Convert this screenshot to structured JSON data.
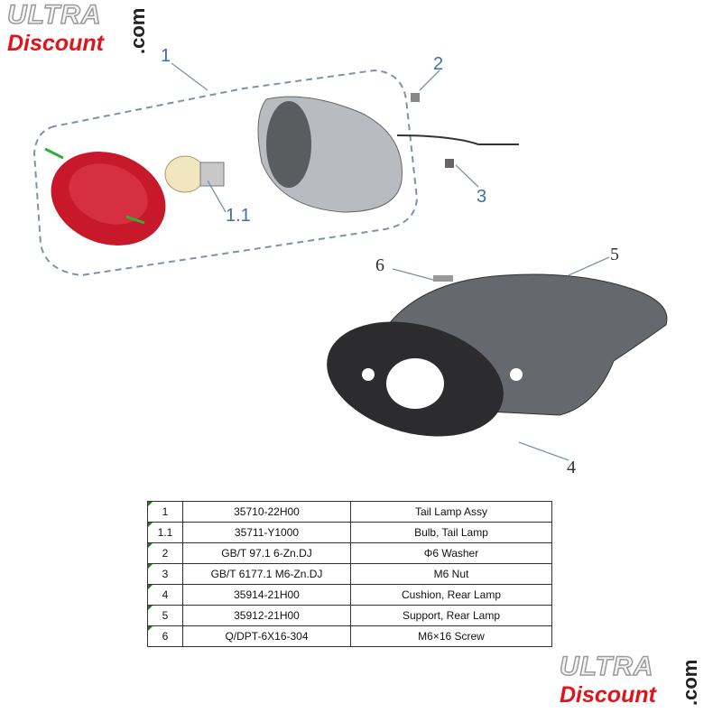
{
  "brand": {
    "ultra": "ULTRA",
    "discount": "Discount",
    "dot_com": ".com"
  },
  "callouts": [
    "1",
    "1.1",
    "2",
    "3",
    "4",
    "5",
    "6"
  ],
  "parts_table": [
    {
      "ref": "1",
      "part_no": "35710-22H00",
      "description": "Tail Lamp Assy"
    },
    {
      "ref": "1.1",
      "part_no": "35711-Y1000",
      "description": "Bulb, Tail Lamp"
    },
    {
      "ref": "2",
      "part_no": "GB/T 97.1 6-Zn.DJ",
      "description": "Φ6 Washer"
    },
    {
      "ref": "3",
      "part_no": "GB/T 6177.1 M6-Zn.DJ",
      "description": "M6 Nut"
    },
    {
      "ref": "4",
      "part_no": "35914-21H00",
      "description": "Cushion, Rear Lamp"
    },
    {
      "ref": "5",
      "part_no": "35912-21H00",
      "description": "Support, Rear Lamp"
    },
    {
      "ref": "6",
      "part_no": "Q/DPT-6X16-304",
      "description": "M6×16 Screw"
    }
  ],
  "colors": {
    "brand_red": "#e0141b",
    "callout_blue": "#3a6fb0",
    "lens_red": "#c8192a"
  }
}
